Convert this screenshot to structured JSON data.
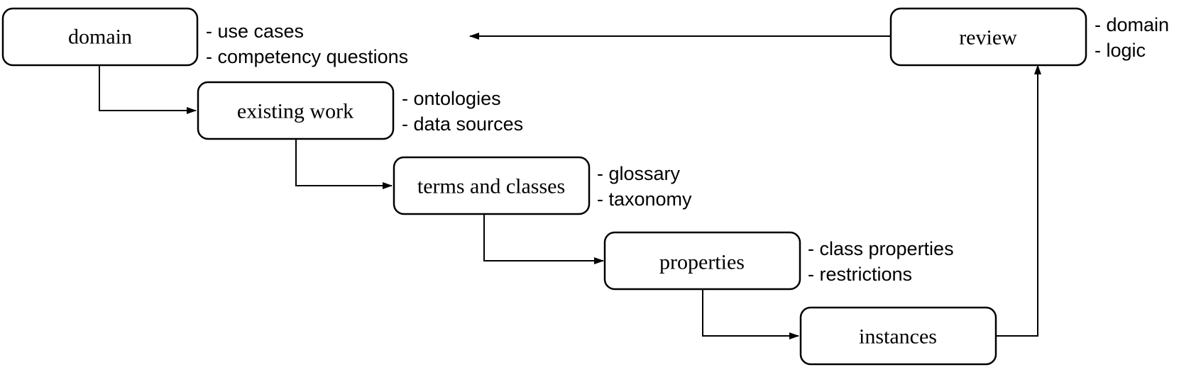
{
  "nodes": {
    "domain": {
      "label": "domain",
      "notes": [
        "- use cases",
        "- competency questions"
      ]
    },
    "existing_work": {
      "label": "existing work",
      "notes": [
        "- ontologies",
        "- data sources"
      ]
    },
    "terms_and_classes": {
      "label": "terms and classes",
      "notes": [
        "- glossary",
        "- taxonomy"
      ]
    },
    "properties": {
      "label": "properties",
      "notes": [
        "- class properties",
        "- restrictions"
      ]
    },
    "instances": {
      "label": "instances",
      "notes": []
    },
    "review": {
      "label": "review",
      "notes": [
        "- domain",
        "- logic"
      ]
    }
  },
  "edges": [
    {
      "from": "domain",
      "to": "existing_work"
    },
    {
      "from": "existing_work",
      "to": "terms_and_classes"
    },
    {
      "from": "terms_and_classes",
      "to": "properties"
    },
    {
      "from": "properties",
      "to": "instances"
    },
    {
      "from": "instances",
      "to": "review"
    },
    {
      "from": "review",
      "to": "domain"
    }
  ]
}
